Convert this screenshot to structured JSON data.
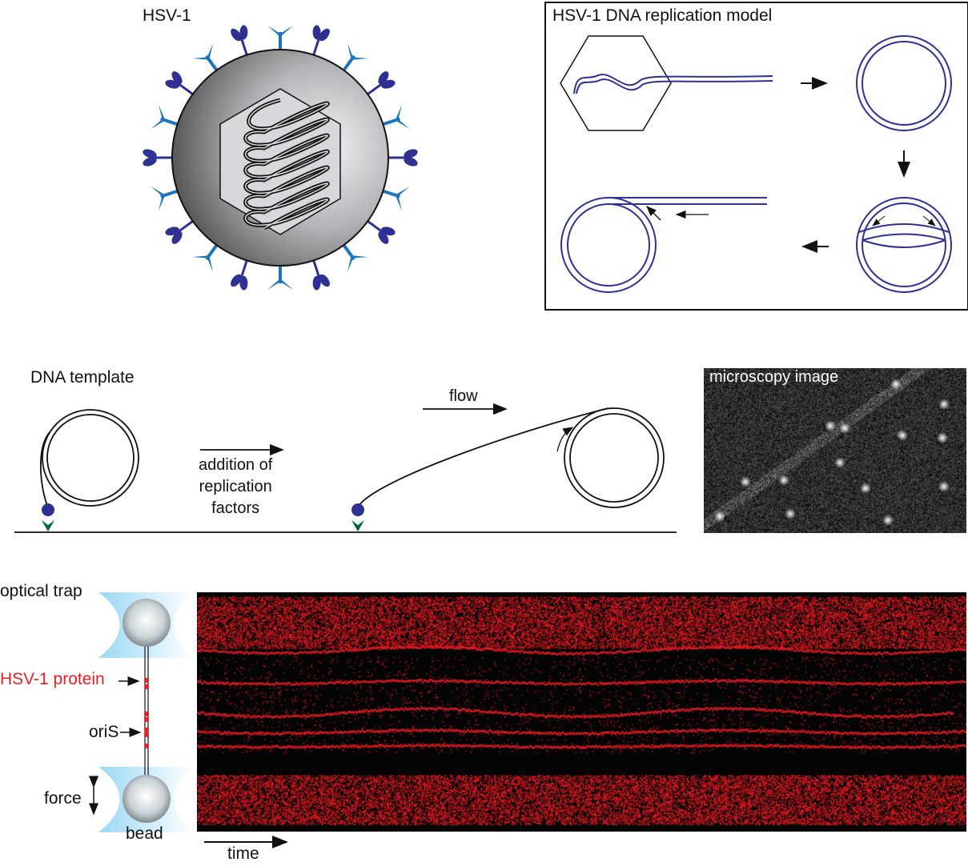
{
  "virus": {
    "title": "HSV-1"
  },
  "model": {
    "title": "HSV-1 DNA replication model"
  },
  "template": {
    "title": "DNA template",
    "step_label": "addition of replication factors",
    "step_lines": [
      "addition of",
      "replication",
      "factors"
    ],
    "flow_label": "flow"
  },
  "microscopy": {
    "label": "microscopy image"
  },
  "trap": {
    "optical_trap": "optical trap",
    "protein": "HSV-1 protein",
    "oris": "oriS",
    "force": "force",
    "bead": "bead",
    "time": "time"
  },
  "colors": {
    "dna_blue": "#2e3192",
    "spike_blue": "#1b75bc",
    "protein_red": "#ed1c24",
    "anchor_green": "#006837"
  }
}
